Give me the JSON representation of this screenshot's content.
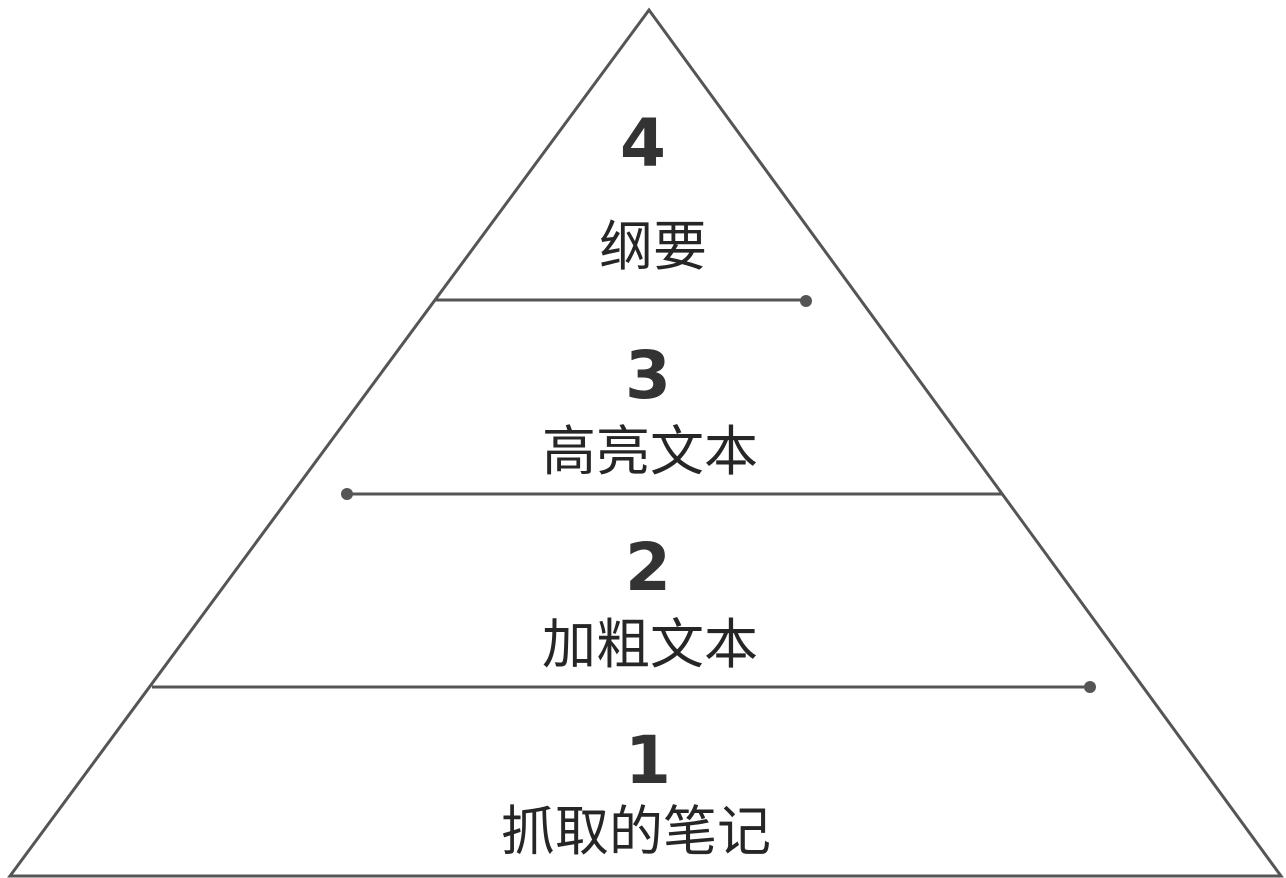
{
  "colors": {
    "stroke": "#555555",
    "dot": "#555555",
    "number_text": "#333333",
    "label_text": "#262626",
    "background": "#ffffff"
  },
  "levels": [
    {
      "number": "4",
      "label": "纲要"
    },
    {
      "number": "3",
      "label": "高亮文本"
    },
    {
      "number": "2",
      "label": "加粗文本"
    },
    {
      "number": "1",
      "label": "抓取的笔记"
    }
  ]
}
